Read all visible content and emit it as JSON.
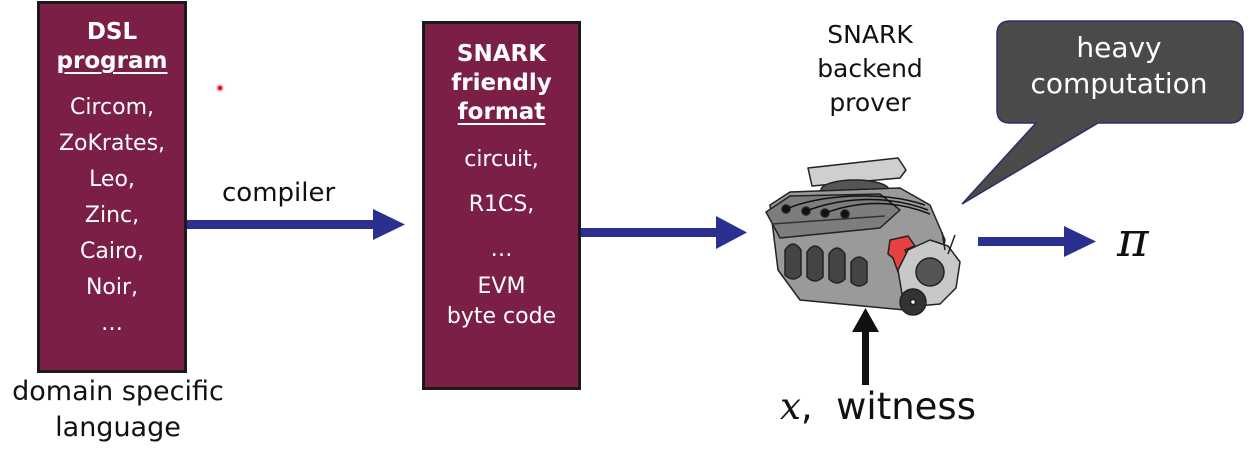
{
  "diagram": {
    "colors": {
      "box_fill": "#7b1f47",
      "arrow_blue": "#2b2f8f",
      "callout_fill": "#4a4a4a",
      "laser_dot": "#e0152d"
    },
    "dsl_box": {
      "title_line1": "DSL",
      "title_line2": "program",
      "items": [
        "Circom,",
        "ZoKrates,",
        "Leo,",
        "Zinc,",
        "Cairo,",
        "Noir,",
        "…"
      ],
      "caption_line1": "domain specific",
      "caption_line2": "language"
    },
    "compiler_arrow": {
      "label": "compiler"
    },
    "format_box": {
      "title_line1": "SNARK",
      "title_line2": "friendly",
      "title_line3": "format",
      "items": [
        "circuit,",
        "R1CS,",
        "…",
        "EVM",
        "byte code"
      ]
    },
    "backend": {
      "label_line1": "SNARK",
      "label_line2": "backend",
      "label_line3": "prover",
      "icon": "engine-icon"
    },
    "callout": {
      "line1": "heavy",
      "line2": "computation"
    },
    "output": {
      "symbol": "π"
    },
    "inputs": {
      "x_symbol": "x",
      "separator": ",",
      "witness": "witness"
    }
  }
}
